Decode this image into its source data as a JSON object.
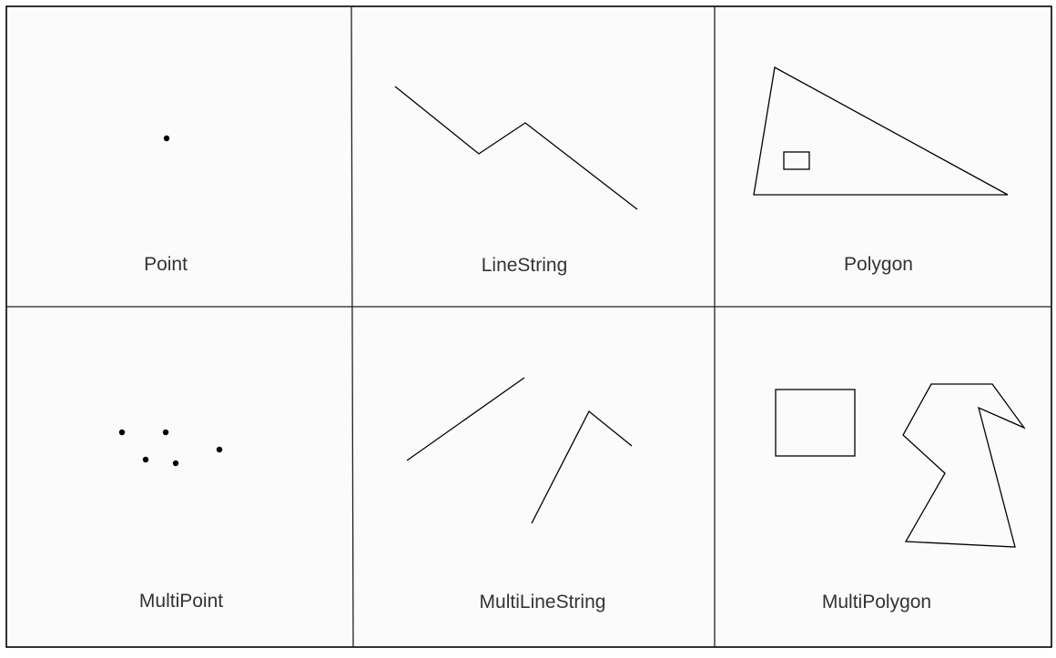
{
  "cells": [
    {
      "id": "point",
      "label": "Point"
    },
    {
      "id": "linestring",
      "label": "LineString"
    },
    {
      "id": "polygon",
      "label": "Polygon"
    },
    {
      "id": "multipoint",
      "label": "MultiPoint"
    },
    {
      "id": "multilinestring",
      "label": "MultiLineString"
    },
    {
      "id": "multipolygon",
      "label": "MultiPolygon"
    }
  ]
}
